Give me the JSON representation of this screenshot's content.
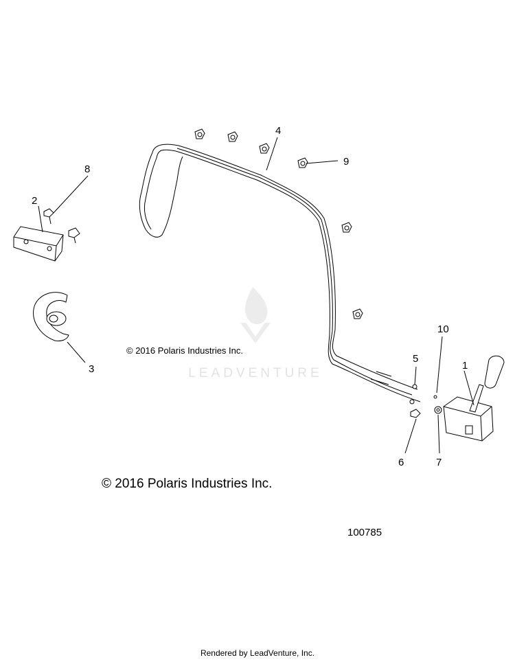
{
  "callouts": [
    {
      "id": "1",
      "label": "1"
    },
    {
      "id": "2",
      "label": "2"
    },
    {
      "id": "3",
      "label": "3"
    },
    {
      "id": "4",
      "label": "4"
    },
    {
      "id": "5",
      "label": "5"
    },
    {
      "id": "6",
      "label": "6"
    },
    {
      "id": "7",
      "label": "7"
    },
    {
      "id": "8",
      "label": "8"
    },
    {
      "id": "9",
      "label": "9"
    },
    {
      "id": "10",
      "label": "10"
    }
  ],
  "copyright_small": "© 2016 Polaris Industries Inc.",
  "copyright_large": "© 2016 Polaris Industries Inc.",
  "diagram_number": "100785",
  "watermark": "LEADVENTURE",
  "footer": "Rendered by LeadVenture, Inc.",
  "colors": {
    "line": "#000000",
    "watermark": "#e2e2e2",
    "background": "#ffffff"
  }
}
